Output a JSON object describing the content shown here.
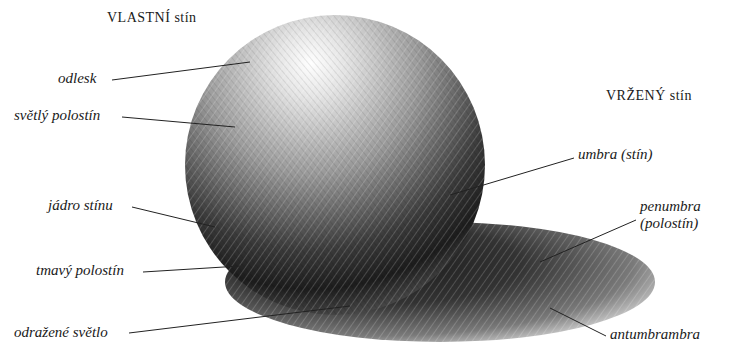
{
  "diagram": {
    "labels": [
      "VLASTNÍ stín",
      "odlesk",
      "světlý polostín",
      "jádro stínu",
      "tmavý polostín",
      "odražené světlo",
      "VRŽENÝ stín",
      "umbra (stín)",
      "penumbra (polostín)",
      "antumbrambra"
    ]
  }
}
